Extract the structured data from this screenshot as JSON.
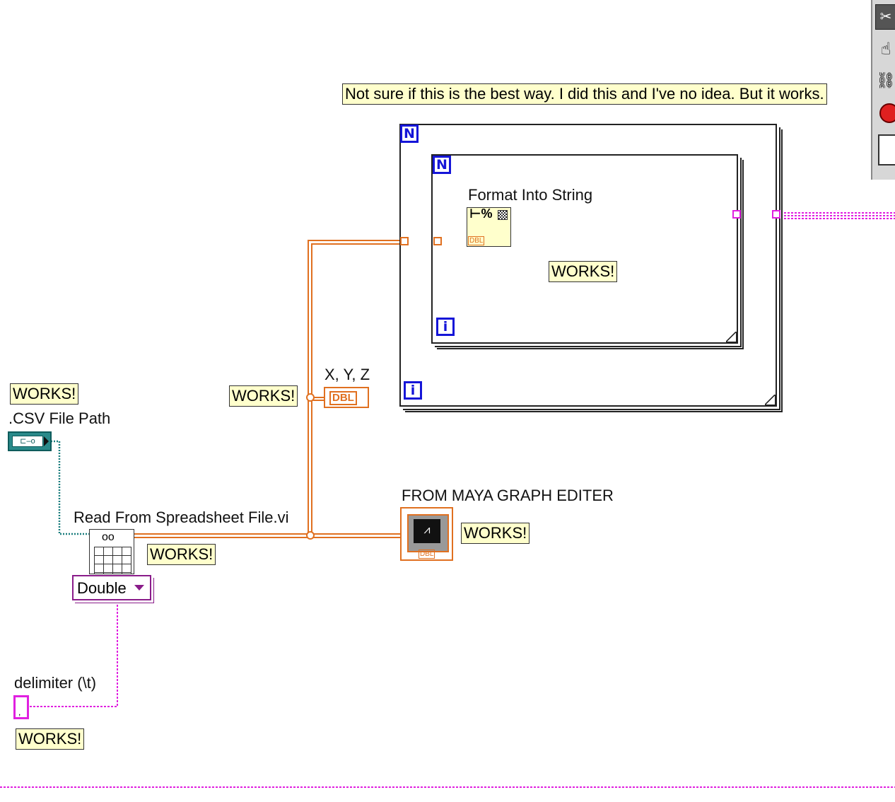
{
  "comment_note": "Not sure if this is the best way. I did this and I've no idea. But it works.",
  "works_label": "WORKS!",
  "outer_loop": {
    "count_terminal": "N",
    "iteration_terminal": "i"
  },
  "inner_loop": {
    "count_terminal": "N",
    "iteration_terminal": "i"
  },
  "format_into_string": {
    "label": "Format Into String",
    "type_tag": "DBL"
  },
  "xyz_indicator": {
    "label": "X, Y, Z",
    "type_tag": "DBL"
  },
  "csv_path": {
    "label": ".CSV File Path"
  },
  "read_spreadsheet": {
    "label": "Read From Spreadsheet File.vi"
  },
  "type_selector": {
    "value": "Double"
  },
  "delimiter": {
    "label": "delimiter (\\t)"
  },
  "graph": {
    "label": "FROM MAYA GRAPH EDITER",
    "type_tag": "DBL"
  },
  "tools_palette": {
    "icons": [
      "wiring-tool-icon",
      "operate-hand-icon",
      "spool-icon",
      "breakpoint-icon",
      "window-icon"
    ]
  },
  "colors": {
    "double_wire": "#e07020",
    "string_wire": "#e020e0",
    "path_wire": "#1a7d7d",
    "loop_terminal": "#1515d8",
    "note_bg": "#ffffcc"
  }
}
